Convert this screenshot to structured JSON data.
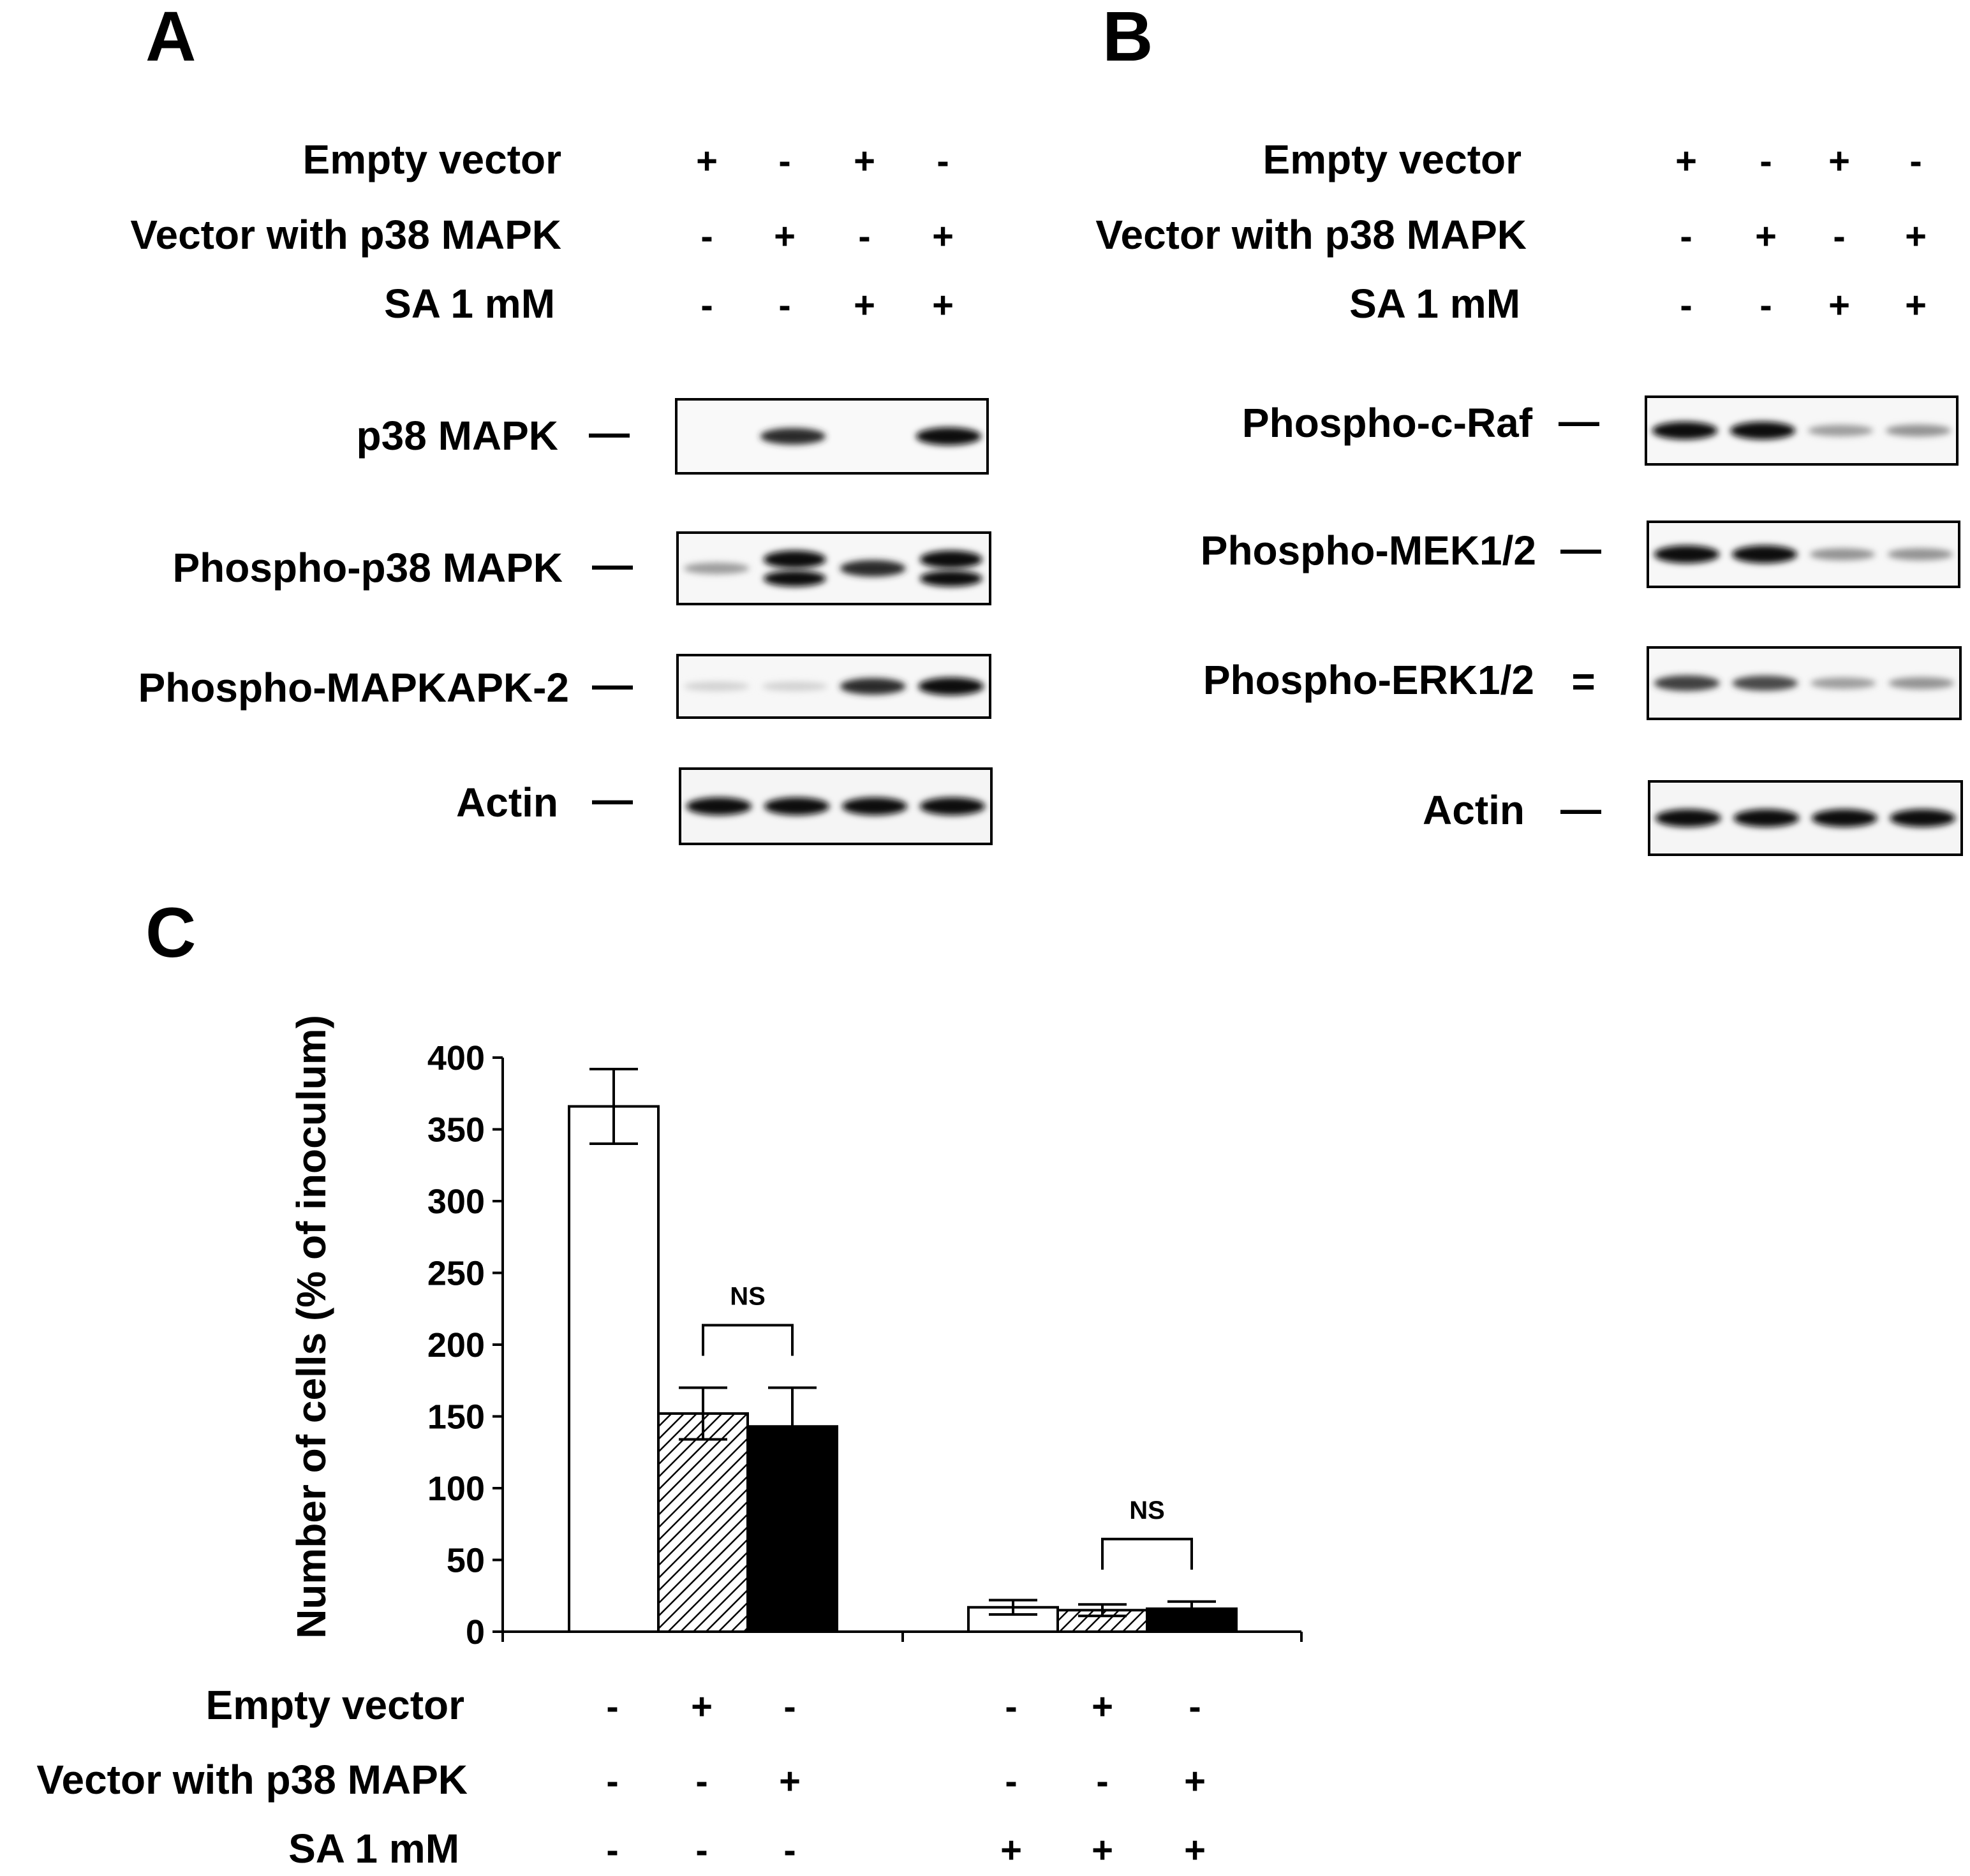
{
  "panels": {
    "a": "A",
    "b": "B",
    "c": "C"
  },
  "conditions": {
    "empty_vector": "Empty vector",
    "vector_p38": "Vector with p38 MAPK",
    "sa": "SA 1 mM"
  },
  "signs": {
    "blot": {
      "empty_vector": [
        "+",
        "-",
        "+",
        "-"
      ],
      "vector_p38": [
        "-",
        "+",
        "-",
        "+"
      ],
      "sa": [
        "-",
        "-",
        "+",
        "+"
      ]
    },
    "chart": {
      "empty_vector": [
        "-",
        "+",
        "-",
        "-",
        "+",
        "-"
      ],
      "vector_p38": [
        "-",
        "-",
        "+",
        "-",
        "-",
        "+"
      ],
      "sa": [
        "-",
        "-",
        "-",
        "+",
        "+",
        "+"
      ]
    }
  },
  "blot_a": {
    "rows": [
      {
        "label": "p38 MAPK",
        "marker": "—",
        "bands": [
          0,
          0.85,
          0,
          1.0
        ]
      },
      {
        "label": "Phospho-p38 MAPK",
        "marker": "—",
        "bands": [
          0.3,
          1.0,
          0.85,
          1.0
        ],
        "double": [
          false,
          true,
          false,
          true
        ]
      },
      {
        "label": "Phospho-MAPKAPK-2",
        "marker": "—",
        "bands": [
          0.05,
          0.05,
          0.85,
          1.0
        ]
      },
      {
        "label": "Actin",
        "marker": "—",
        "bands": [
          1.0,
          1.0,
          1.0,
          1.0
        ]
      }
    ]
  },
  "blot_b": {
    "rows": [
      {
        "label": "Phospho-c-Raf",
        "marker": "—",
        "bands": [
          1.0,
          1.0,
          0.3,
          0.35
        ]
      },
      {
        "label": "Phospho-MEK1/2",
        "marker": "—",
        "bands": [
          1.0,
          1.0,
          0.35,
          0.35
        ]
      },
      {
        "label": "Phospho-ERK1/2",
        "marker": "=",
        "bands": [
          0.75,
          0.7,
          0.3,
          0.35
        ]
      },
      {
        "label": "Actin",
        "marker": "—",
        "bands": [
          1.0,
          1.0,
          1.0,
          1.0
        ]
      }
    ]
  },
  "chart_data": {
    "type": "bar",
    "ylabel": "Number of cells (% of inoculum)",
    "ylim": [
      0,
      400
    ],
    "yticks": [
      0,
      50,
      100,
      150,
      200,
      250,
      300,
      350,
      400
    ],
    "groups": [
      {
        "bars": [
          {
            "value": 366,
            "error": 26,
            "fill": "white"
          },
          {
            "value": 152,
            "error": 18,
            "fill": "hatched"
          },
          {
            "value": 143,
            "error": 27,
            "fill": "black"
          }
        ]
      },
      {
        "bars": [
          {
            "value": 17,
            "error": 5,
            "fill": "white"
          },
          {
            "value": 15,
            "error": 4,
            "fill": "hatched"
          },
          {
            "value": 16,
            "error": 5,
            "fill": "black"
          }
        ]
      }
    ],
    "annotations": [
      {
        "text": "NS",
        "group": 0,
        "bars": [
          1,
          2
        ]
      },
      {
        "text": "NS",
        "group": 1,
        "bars": [
          1,
          2
        ]
      }
    ]
  }
}
